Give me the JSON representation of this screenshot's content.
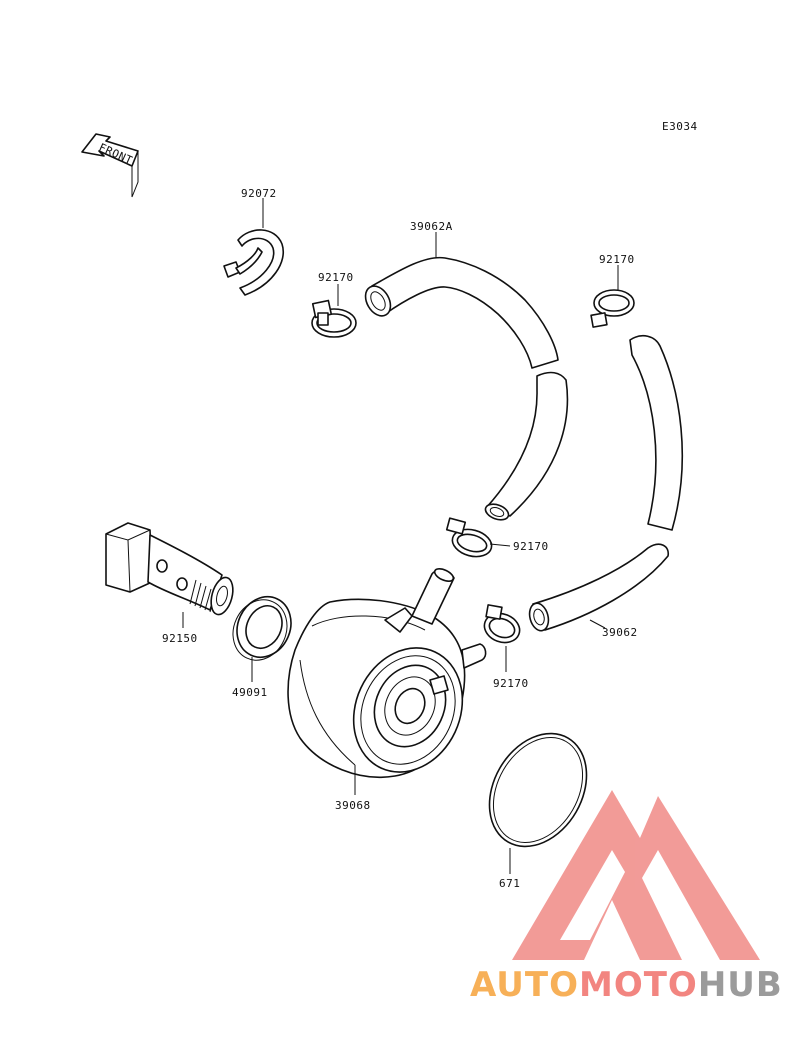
{
  "diagram_code": "E3034",
  "front_label": "FRONT",
  "parts": [
    {
      "id": "p92072",
      "number": "92072"
    },
    {
      "id": "p39062A",
      "number": "39062A"
    },
    {
      "id": "p92170a",
      "number": "92170"
    },
    {
      "id": "p92170b",
      "number": "92170"
    },
    {
      "id": "p92170c",
      "number": "92170"
    },
    {
      "id": "p92170d",
      "number": "92170"
    },
    {
      "id": "p92150",
      "number": "92150"
    },
    {
      "id": "p49091",
      "number": "49091"
    },
    {
      "id": "p39062",
      "number": "39062"
    },
    {
      "id": "p39068",
      "number": "39068"
    },
    {
      "id": "p671",
      "number": "671"
    }
  ],
  "watermark": {
    "part1": "AUTO",
    "part2": "MOTO",
    "part3": "HUB",
    "colors": {
      "orange": "#f6a33c",
      "red": "#f0706a",
      "gray": "#8a8a8a",
      "triangle": "#f08a86"
    }
  }
}
